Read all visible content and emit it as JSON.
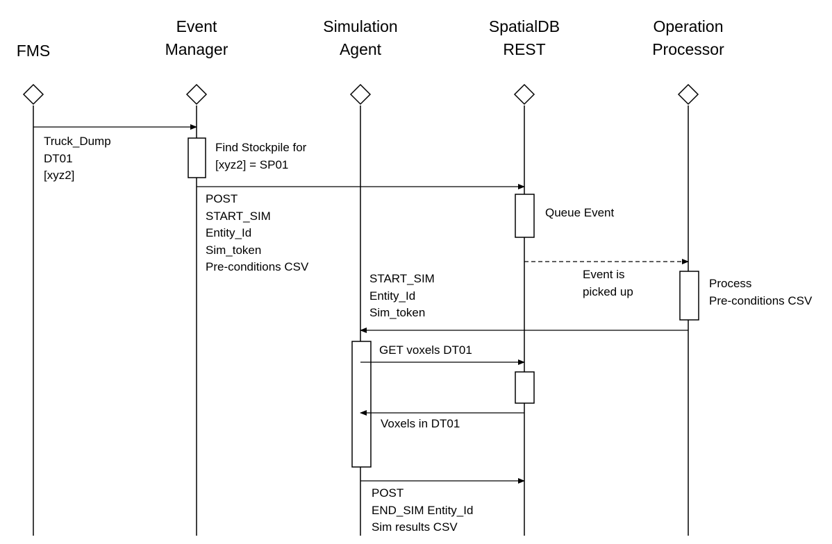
{
  "participants": [
    {
      "id": "fms",
      "label": "FMS"
    },
    {
      "id": "event_manager",
      "label": "Event\nManager"
    },
    {
      "id": "simulation_agent",
      "label": "Simulation\nAgent"
    },
    {
      "id": "spatialdb_rest",
      "label": "SpatialDB\nREST"
    },
    {
      "id": "operation_processor",
      "label": "Operation\nProcessor"
    }
  ],
  "messages": [
    {
      "from": "fms",
      "to": "event_manager",
      "style": "solid",
      "text": "Truck_Dump\nDT01\n[xyz2]"
    },
    {
      "from": "event_manager",
      "to": "spatialdb_rest",
      "style": "solid",
      "text": "POST\nSTART_SIM\nEntity_Id\nSim_token\nPre-conditions CSV"
    },
    {
      "from": "spatialdb_rest",
      "to": "operation_processor",
      "style": "dashed",
      "text": "Event is\npicked up"
    },
    {
      "from": "operation_processor",
      "to": "simulation_agent",
      "style": "solid",
      "text": "START_SIM\nEntity_Id\nSim_token"
    },
    {
      "from": "simulation_agent",
      "to": "spatialdb_rest",
      "style": "solid",
      "text": "GET voxels DT01"
    },
    {
      "from": "spatialdb_rest",
      "to": "simulation_agent",
      "style": "solid",
      "text": "Voxels in DT01"
    },
    {
      "from": "simulation_agent",
      "to": "spatialdb_rest",
      "style": "solid",
      "text": "POST\nEND_SIM Entity_Id\nSim results CSV"
    }
  ],
  "activations": [
    {
      "on": "event_manager",
      "note": "Find Stockpile for\n[xyz2] = SP01"
    },
    {
      "on": "spatialdb_rest",
      "note": "Queue Event"
    },
    {
      "on": "operation_processor",
      "note": "Process\nPre-conditions CSV"
    },
    {
      "on": "simulation_agent",
      "note": ""
    },
    {
      "on": "spatialdb_rest",
      "note": ""
    }
  ]
}
